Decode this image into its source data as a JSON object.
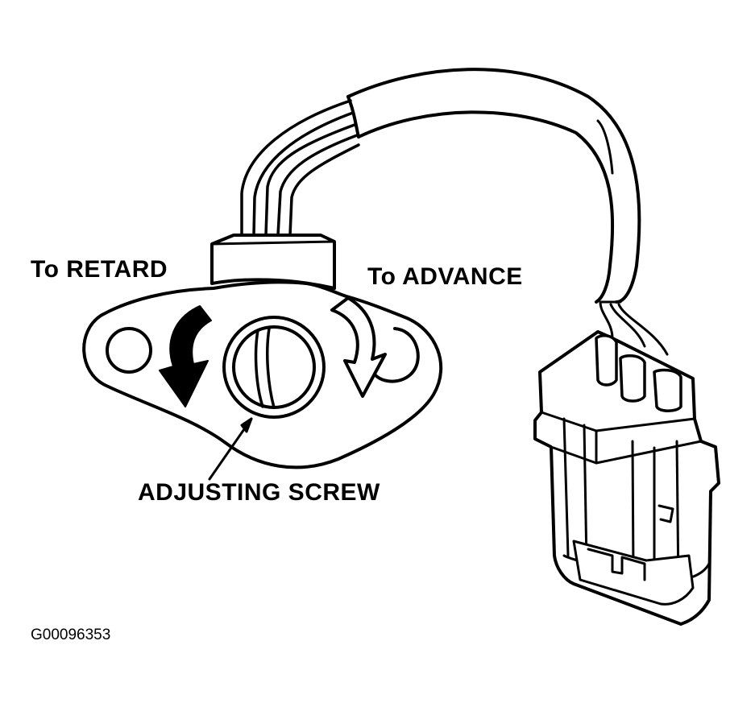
{
  "labels": {
    "retard": "To RETARD",
    "advance": "To ADVANCE",
    "adjusting_screw": "ADJUSTING SCREW",
    "figure_id": "G00096353"
  },
  "colors": {
    "ink": "#000000",
    "paper": "#ffffff"
  },
  "icons": {
    "retard_arrow": "curved-arrow-filled",
    "advance_arrow": "curved-arrow-outline"
  }
}
